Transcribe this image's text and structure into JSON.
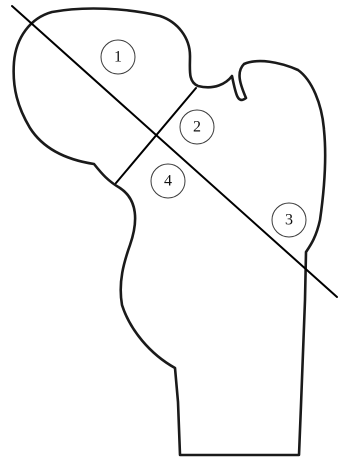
{
  "regions": [
    {
      "id": "1",
      "label": "1"
    },
    {
      "id": "2",
      "label": "2"
    },
    {
      "id": "3",
      "label": "3"
    },
    {
      "id": "4",
      "label": "4"
    }
  ],
  "colors": {
    "outline": "#1a1a1a",
    "lines": "#000000",
    "background": "#ffffff"
  }
}
